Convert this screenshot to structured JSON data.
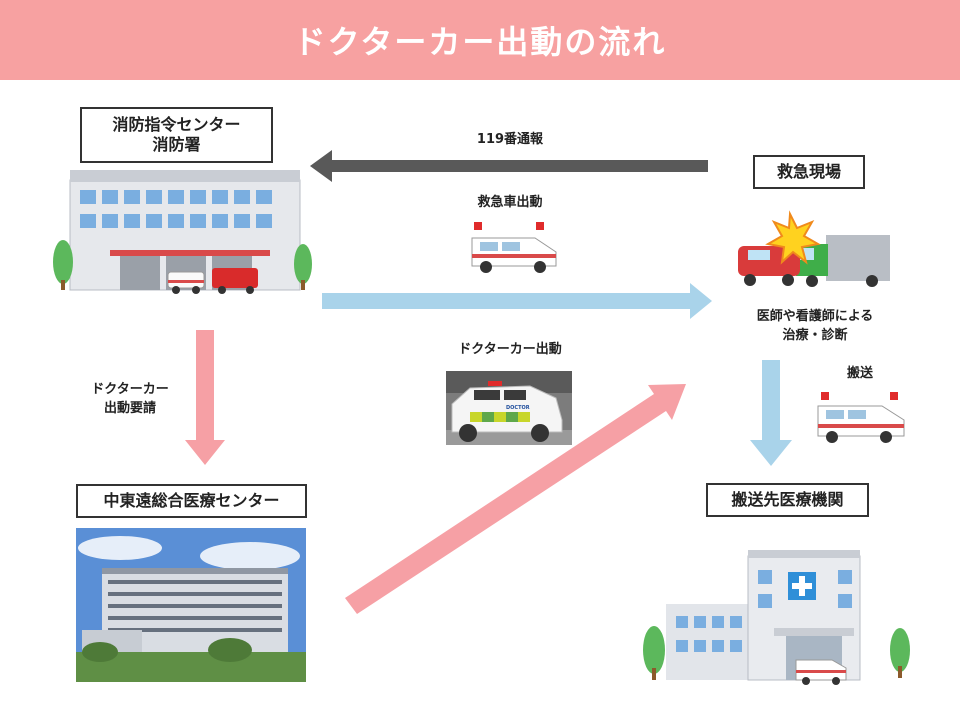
{
  "header": {
    "title": "ドクターカー出動の流れ"
  },
  "nodes": {
    "fire_station": {
      "line1": "消防指令センター",
      "line2": "消防署"
    },
    "accident_scene": {
      "label": "救急現場"
    },
    "medical_center": {
      "label": "中東遠総合医療センター"
    },
    "receiving_hospital": {
      "label": "搬送先医療機関"
    }
  },
  "flows": {
    "call_119": "119番通報",
    "ambulance_dispatch": "救急車出動",
    "doctor_car_dispatch": "ドクターカー出動",
    "dispatch_request_line1": "ドクターカー",
    "dispatch_request_line2": "出動要請",
    "treatment_line1": "医師や看護師による",
    "treatment_line2": "治療・診断",
    "transport": "搬送"
  },
  "photo_labels": {
    "doctor_car_decal": "DOCTOR"
  },
  "colors": {
    "header": "#f7a1a1",
    "arrow_dark": "#595959",
    "arrow_blue": "#a9d3ea",
    "arrow_pink": "#f6a0a5"
  }
}
